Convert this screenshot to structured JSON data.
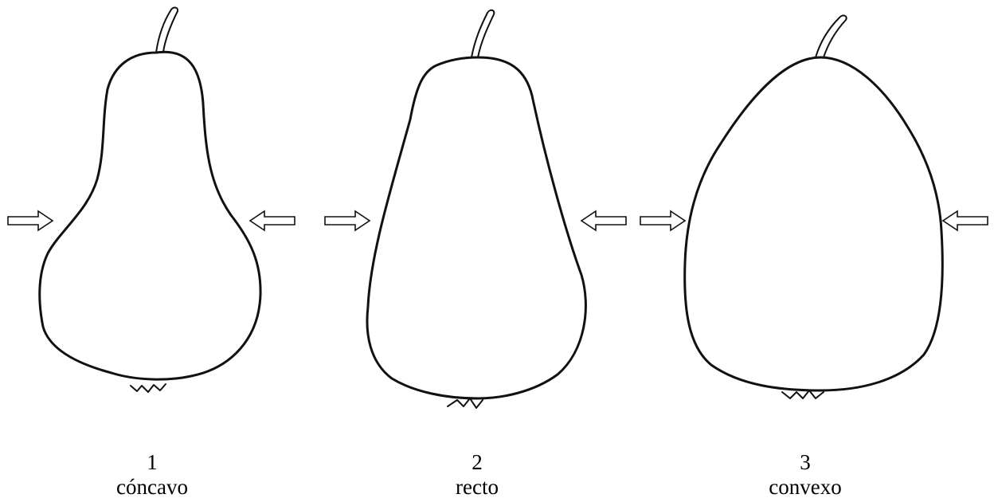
{
  "figure": {
    "pears": [
      {
        "number": "1",
        "label": "cóncavo"
      },
      {
        "number": "2",
        "label": "recto"
      },
      {
        "number": "3",
        "label": "convexo"
      }
    ]
  }
}
